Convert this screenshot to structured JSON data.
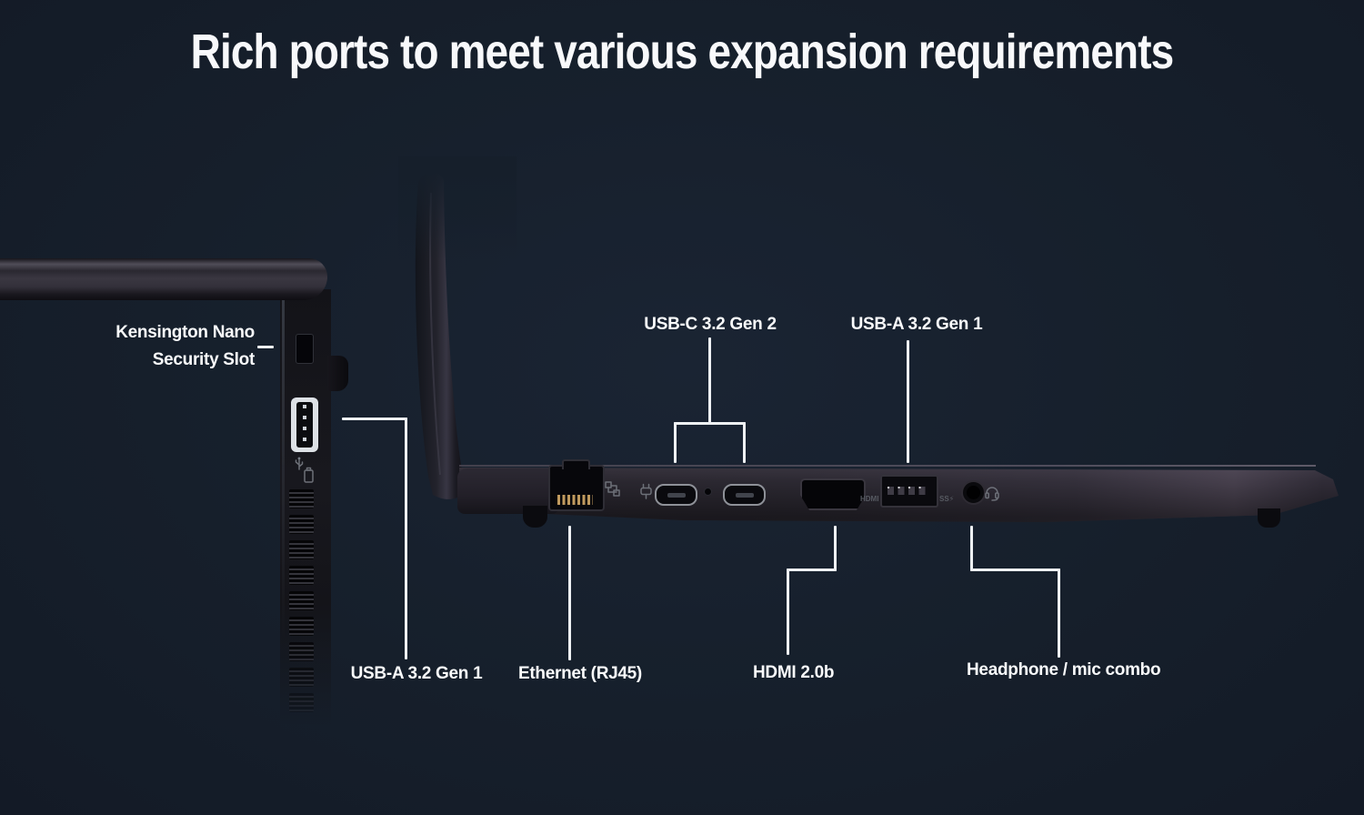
{
  "page": {
    "background": "#161f2b",
    "callout_line_color": "#eef1f4",
    "text_color": "#fafbfc"
  },
  "title": "Rich ports to meet various expansion requirements",
  "callouts": {
    "kensington": {
      "line1": "Kensington Nano",
      "line2": "Security Slot"
    },
    "usb_c": {
      "label": "USB-C 3.2 Gen 2"
    },
    "usb_a_right": {
      "label": "USB-A 3.2 Gen 1"
    },
    "usb_a_left": {
      "label": "USB-A 3.2 Gen 1"
    },
    "ethernet": {
      "label": "Ethernet (RJ45)"
    },
    "hdmi": {
      "label": "HDMI 2.0b"
    },
    "headphone": {
      "label": "Headphone / mic combo"
    }
  },
  "port_markings": {
    "hdmi": "HDMI",
    "superspeed": "SS⚡"
  },
  "icons": {
    "left_side_ports": "usb-and-battery-icon",
    "ethernet": "network-icon",
    "power": "power-plug-icon",
    "headphone": "headset-icon"
  }
}
